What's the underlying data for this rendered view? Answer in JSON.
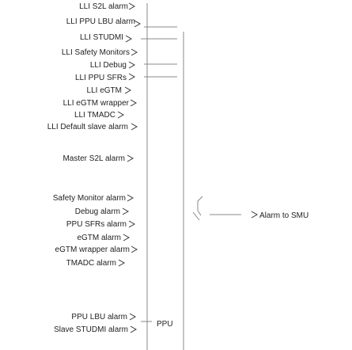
{
  "diagram": {
    "input_signals": [
      "LLI S2L alarm",
      "LLI PPU LBU alarm",
      "LLI STUDMI",
      "LLI Safety Monitors",
      "LLI Debug",
      "LLI PPU SFRs",
      "LLI eGTM",
      "LLI eGTM wrapper",
      "LLI TMADC",
      "LLI Default slave alarm",
      "Master S2L alarm",
      "Safety Monitor alarm",
      "Debug alarm",
      "PPU SFRs alarm",
      "eGTM alarm",
      "eGTM wrapper alarm",
      "TMADC alarm",
      "PPU LBU alarm",
      "Slave STUDMI alarm"
    ],
    "output_signal": "Alarm to SMU",
    "block_label": "PPU"
  },
  "colors": {
    "line": "#888888",
    "text": "#222222",
    "background": "#ffffff"
  }
}
